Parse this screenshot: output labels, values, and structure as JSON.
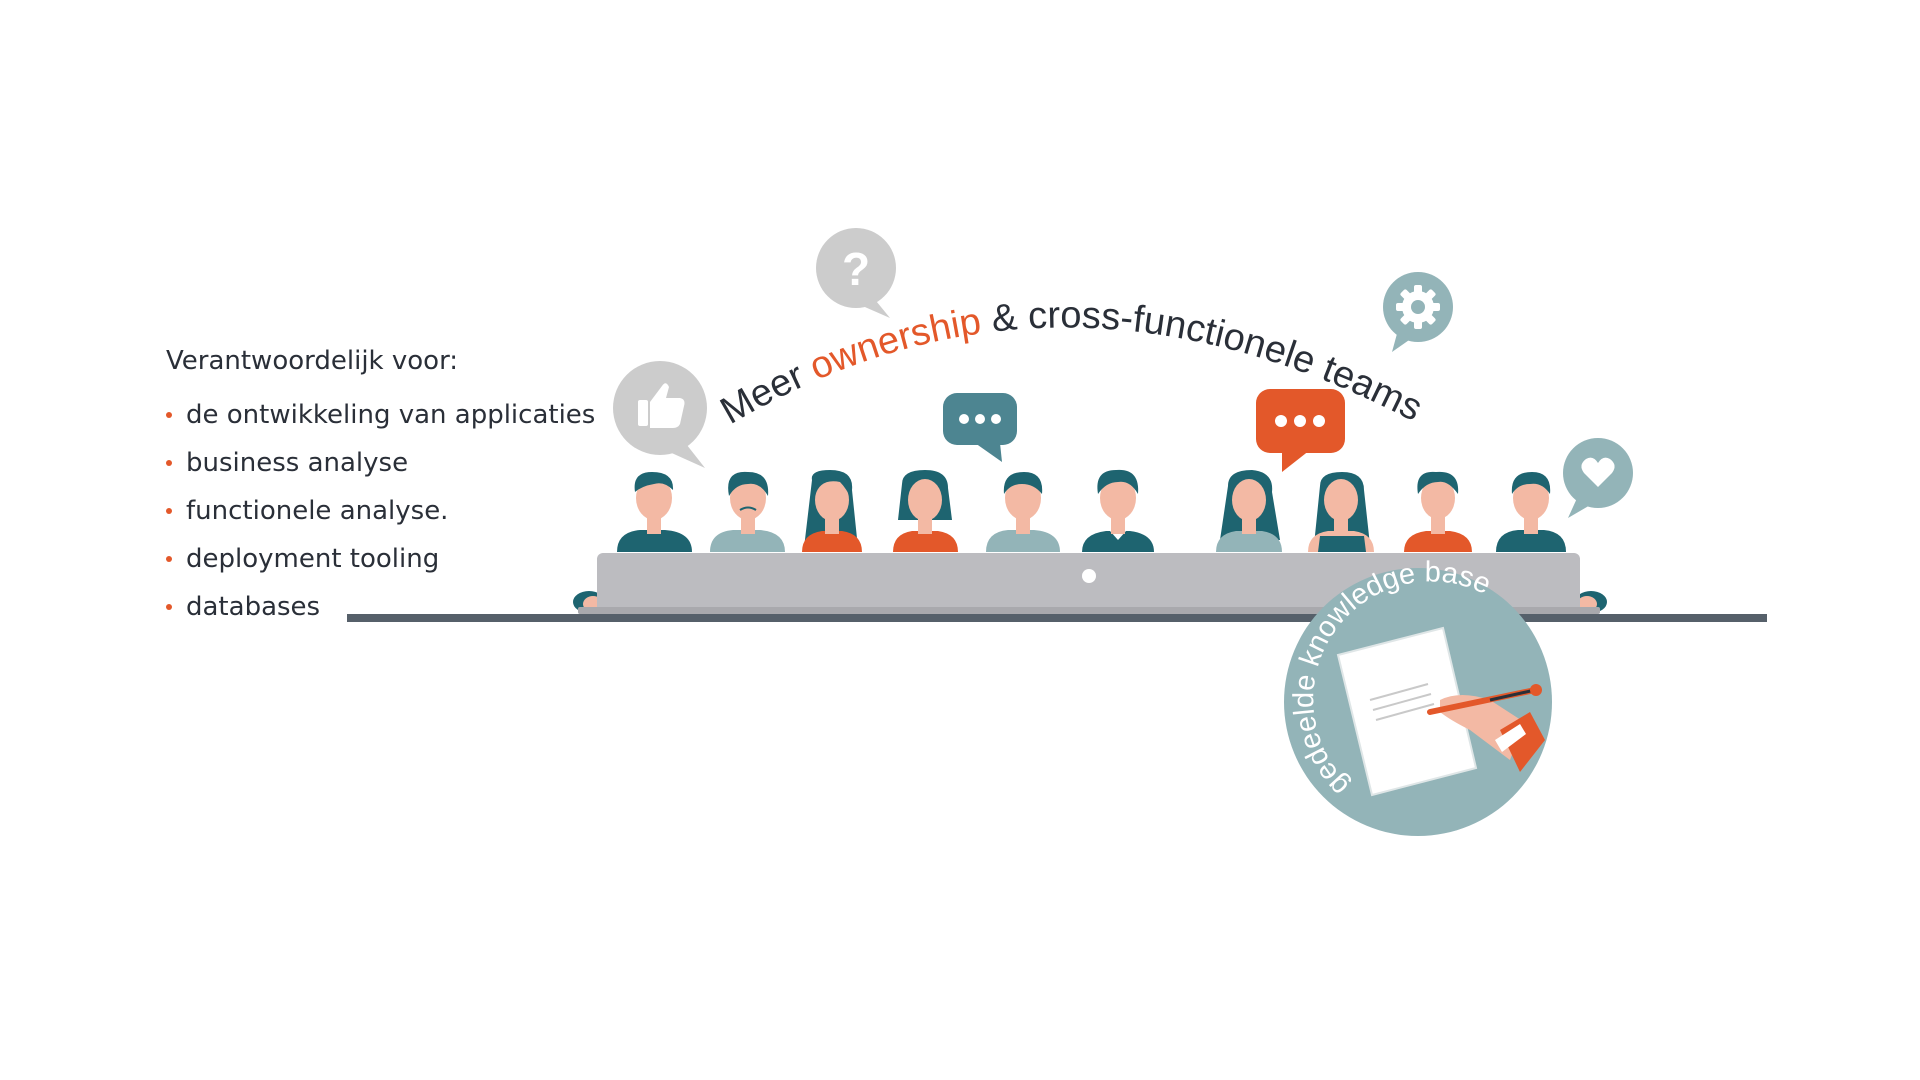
{
  "responsibilities": {
    "heading": "Verantwoordelijk voor:",
    "items": [
      "de ontwikkeling van applicaties",
      "business analyse",
      "functionele analyse.",
      "deployment tooling",
      "databases"
    ]
  },
  "arc_title": {
    "prefix": "Meer ",
    "highlight": "ownership",
    "suffix": " & cross-functionele teams"
  },
  "question_bubble_symbol": "?",
  "knowledge_base_label": "gedeelde knowledge base",
  "colors": {
    "accent": "#e3582a",
    "teal_dark": "#1e6470",
    "teal_light": "#93b4b8",
    "grey_bubble": "#cccccc",
    "table": "#bcbcc0",
    "text": "#2a2f38",
    "skin": "#f3b9a4"
  }
}
